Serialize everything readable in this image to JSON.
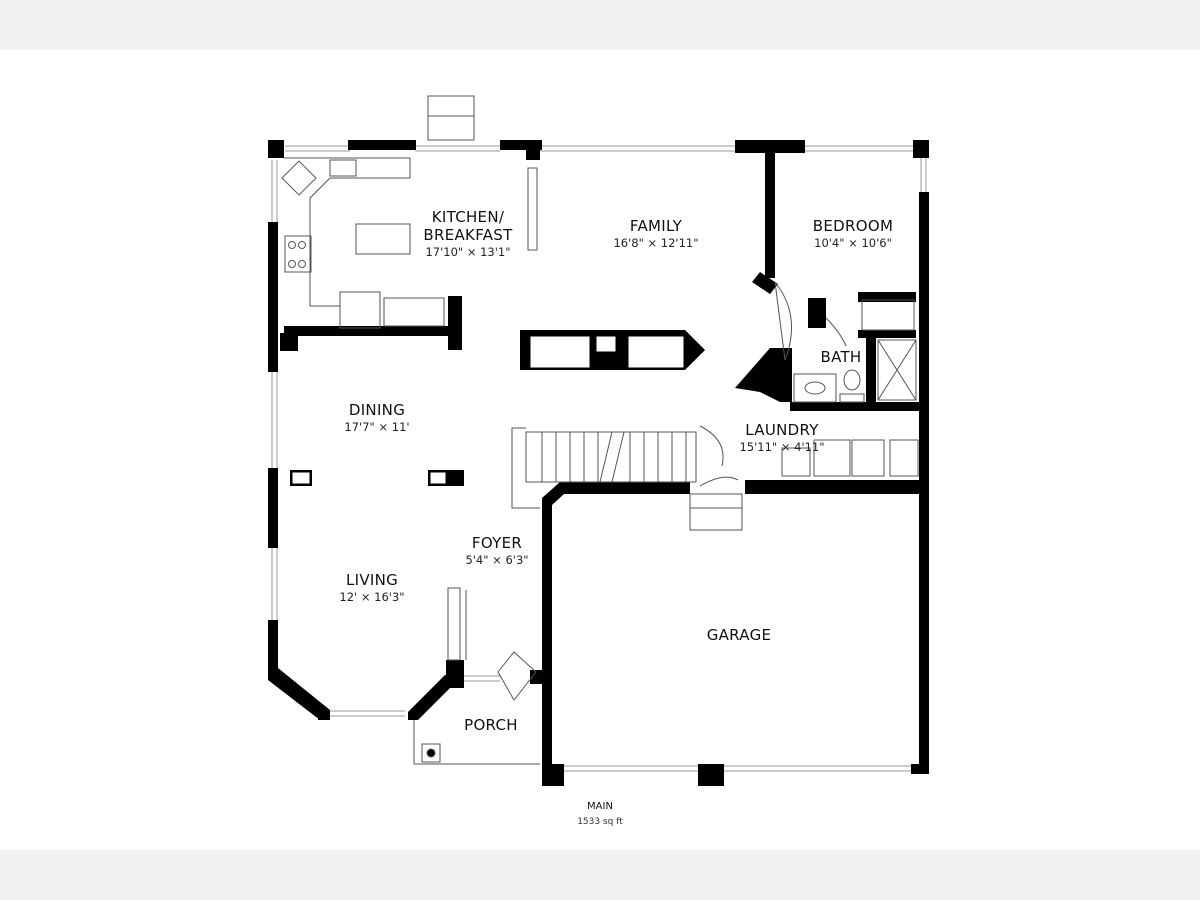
{
  "rooms": {
    "kitchen": {
      "name_line1": "KITCHEN/",
      "name_line2": "BREAKFAST",
      "dims": "17'10\" × 13'1\""
    },
    "family": {
      "name": "FAMILY",
      "dims": "16'8\" × 12'11\""
    },
    "bedroom": {
      "name": "BEDROOM",
      "dims": "10'4\" × 10'6\""
    },
    "bath": {
      "name": "BATH"
    },
    "dining": {
      "name": "DINING",
      "dims": "17'7\" × 11'"
    },
    "laundry": {
      "name": "LAUNDRY",
      "dims": "15'11\" × 4'11\""
    },
    "foyer": {
      "name": "FOYER",
      "dims": "5'4\" × 6'3\""
    },
    "living": {
      "name": "LIVING",
      "dims": "12' × 16'3\""
    },
    "garage": {
      "name": "GARAGE"
    },
    "porch": {
      "name": "PORCH"
    }
  },
  "floor": {
    "name": "MAIN",
    "area": "1533 sq ft"
  },
  "colors": {
    "wall": "#000000",
    "window": "#9a9a9a",
    "background": "#ffffff",
    "margin": "#f1f1f1"
  }
}
